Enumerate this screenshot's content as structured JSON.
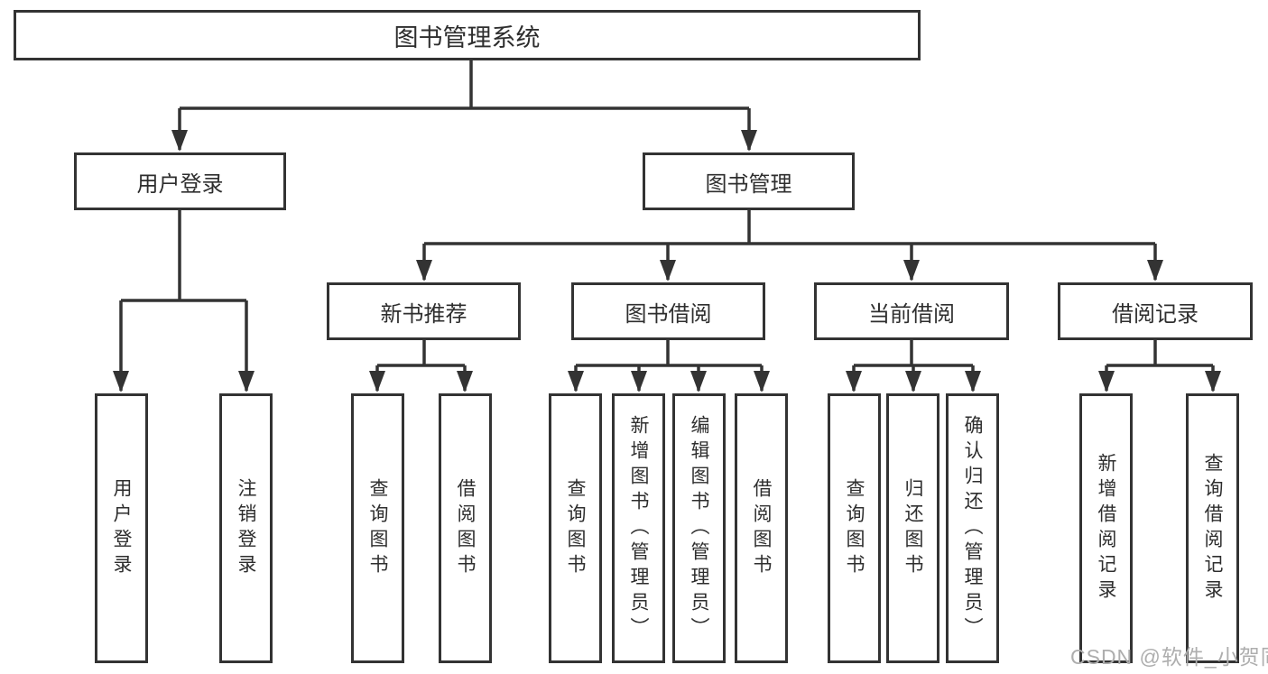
{
  "diagram_title": "图书管理系统",
  "tree": {
    "label": "图书管理系统",
    "children": [
      {
        "label": "用户登录",
        "children": [
          {
            "label": "用户登录"
          },
          {
            "label": "注销登录"
          }
        ]
      },
      {
        "label": "图书管理",
        "children": [
          {
            "label": "新书推荐",
            "children": [
              {
                "label": "查询图书"
              },
              {
                "label": "借阅图书"
              }
            ]
          },
          {
            "label": "图书借阅",
            "children": [
              {
                "label": "查询图书"
              },
              {
                "label": "新增图书（管理员）"
              },
              {
                "label": "编辑图书（管理员）"
              },
              {
                "label": "借阅图书"
              }
            ]
          },
          {
            "label": "当前借阅",
            "children": [
              {
                "label": "查询图书"
              },
              {
                "label": "归还图书"
              },
              {
                "label": "确认归还（管理员）"
              }
            ]
          },
          {
            "label": "借阅记录",
            "children": [
              {
                "label": "新增借阅记录"
              },
              {
                "label": "查询借阅记录"
              }
            ]
          }
        ]
      }
    ]
  },
  "watermark": {
    "text": "CSDN @软件_小贺同学"
  },
  "colors": {
    "line": "#333333",
    "text": "#2e2e2e",
    "box_background": "#ffffff",
    "page_background": "#ffffff",
    "watermark": "#aeaeae"
  }
}
